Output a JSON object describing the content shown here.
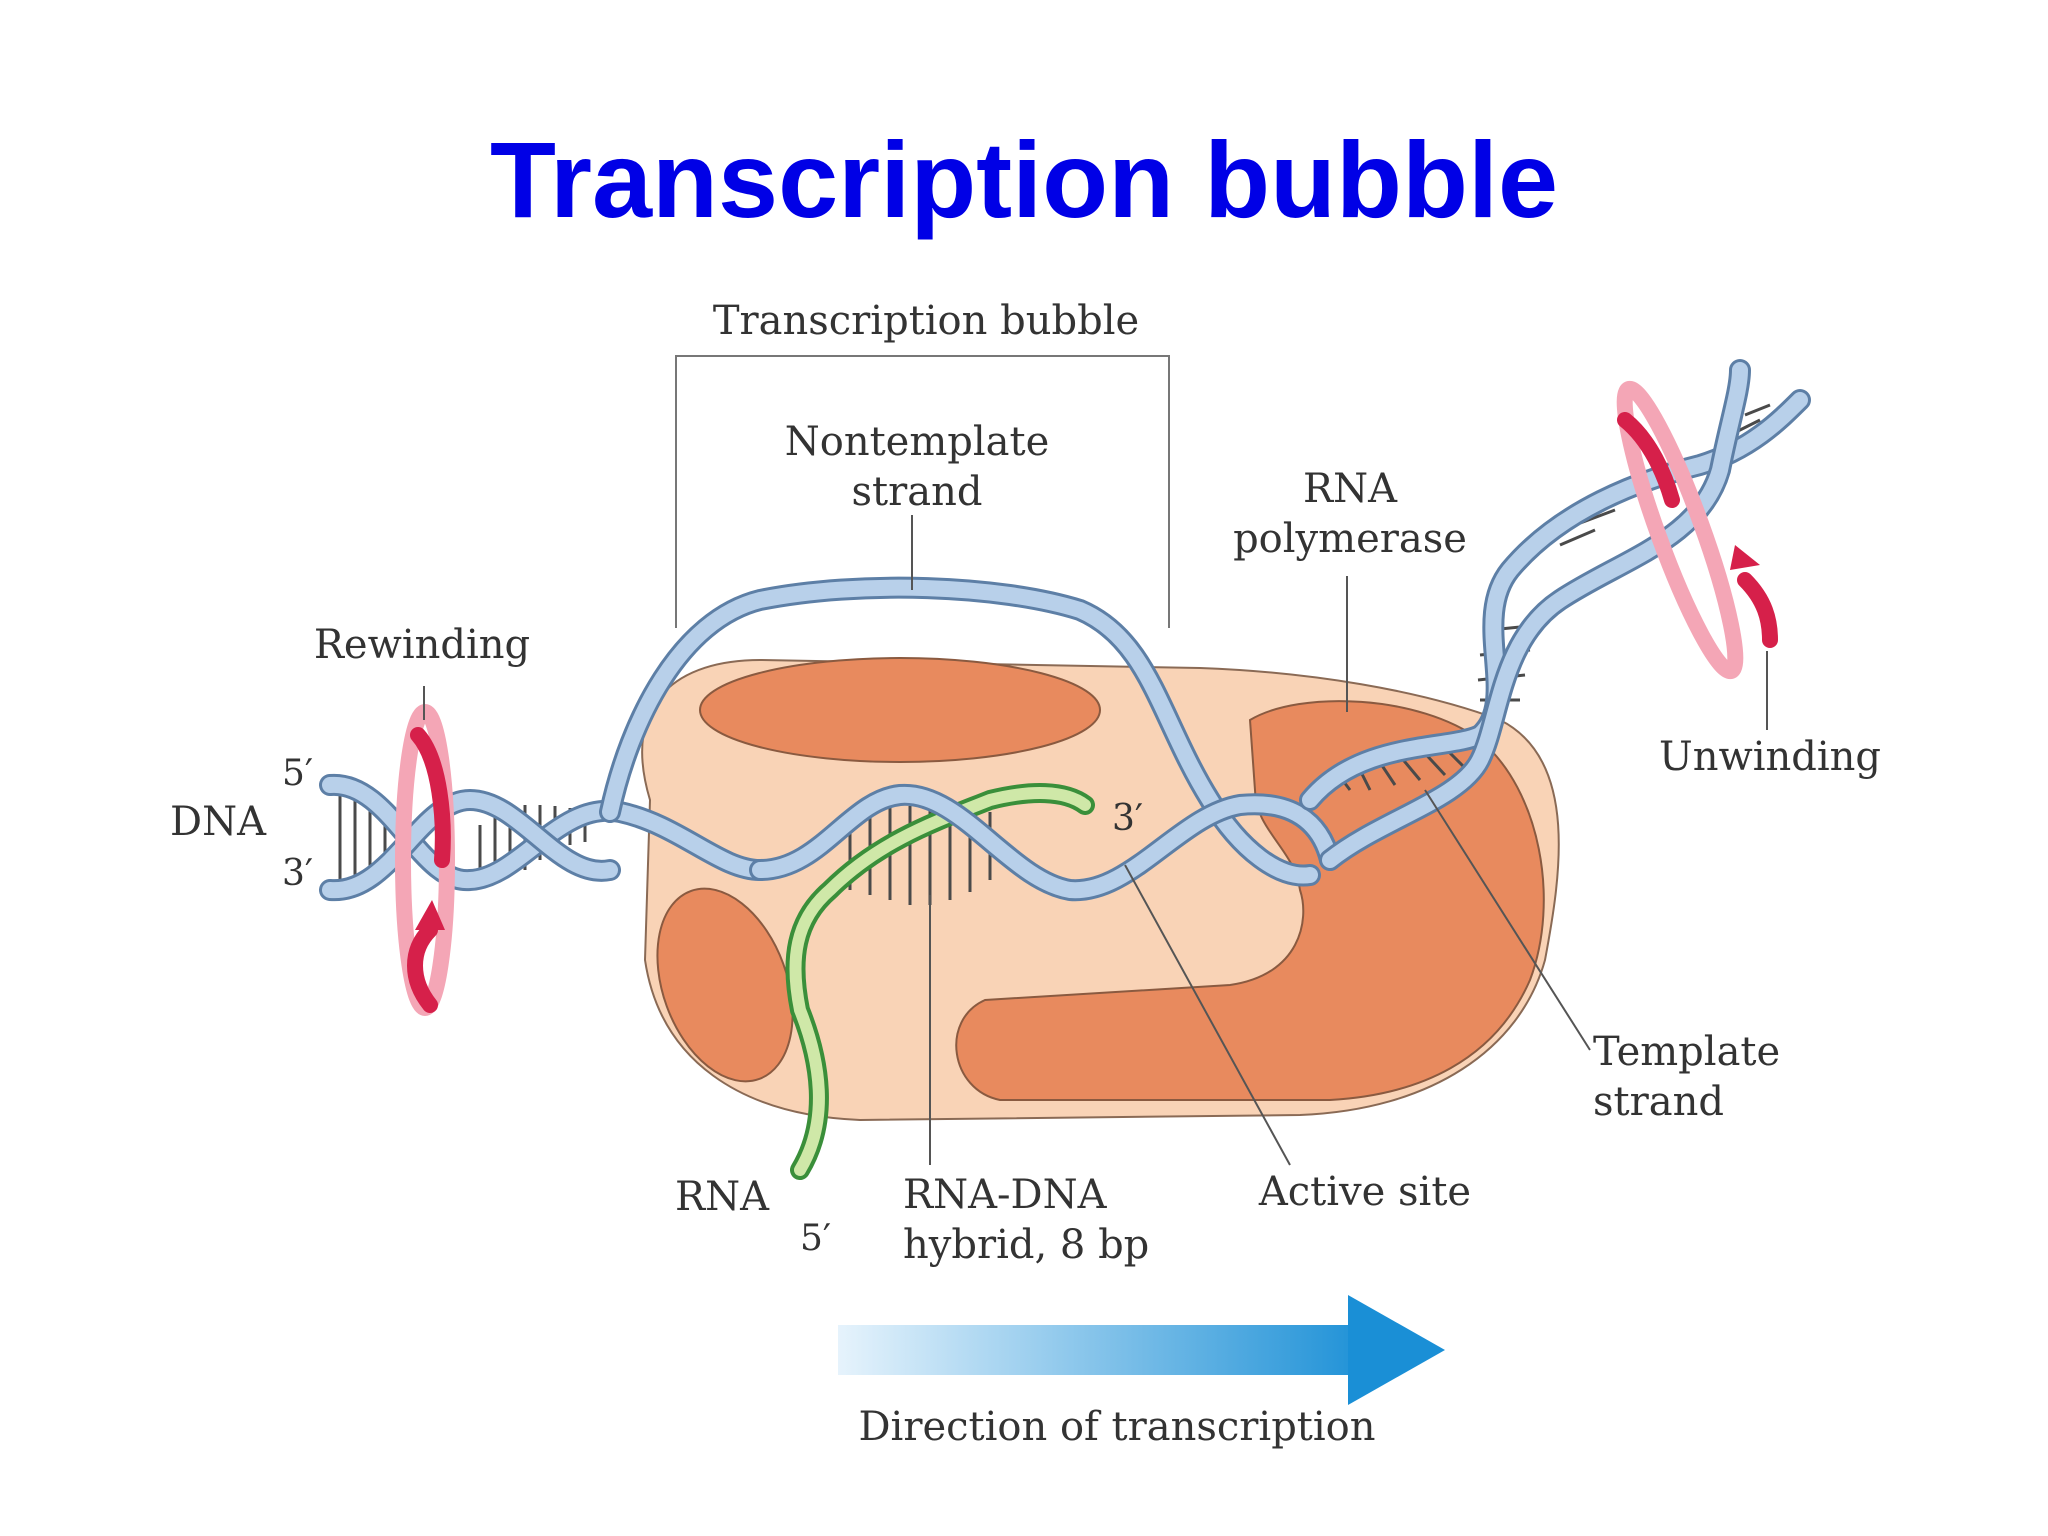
{
  "slide": {
    "title": "Transcription bubble"
  },
  "figure": {
    "labels": {
      "bubble_bracket": "Transcription bubble",
      "nontemplate_line1": "Nontemplate",
      "nontemplate_line2": "strand",
      "rna_polymerase_line1": "RNA",
      "rna_polymerase_line2": "polymerase",
      "rewinding": "Rewinding",
      "unwinding": "Unwinding",
      "dna": "DNA",
      "dna_5prime": "5′",
      "dna_3prime": "3′",
      "rna_3prime": "3′",
      "rna": "RNA",
      "rna_5prime": "5′",
      "hybrid_line1": "RNA-DNA",
      "hybrid_line2": "hybrid, 8 bp",
      "active_site": "Active site",
      "template_line1": "Template",
      "template_line2": "strand",
      "direction": "Direction of transcription"
    },
    "colors": {
      "title": "#0000e6",
      "dna_strand": "#b8d0ea",
      "dna_strand_edge": "#5d7fa6",
      "polymerase_light": "#f9d3b6",
      "polymerase_dark": "#e88a5e",
      "rna_green": "#5cb85c",
      "rna_light_green": "#cfe8a8",
      "rotation_red": "#d6204a",
      "rotation_pink": "#f4a6b6",
      "arrow_blue": "#1a8fd6"
    }
  }
}
